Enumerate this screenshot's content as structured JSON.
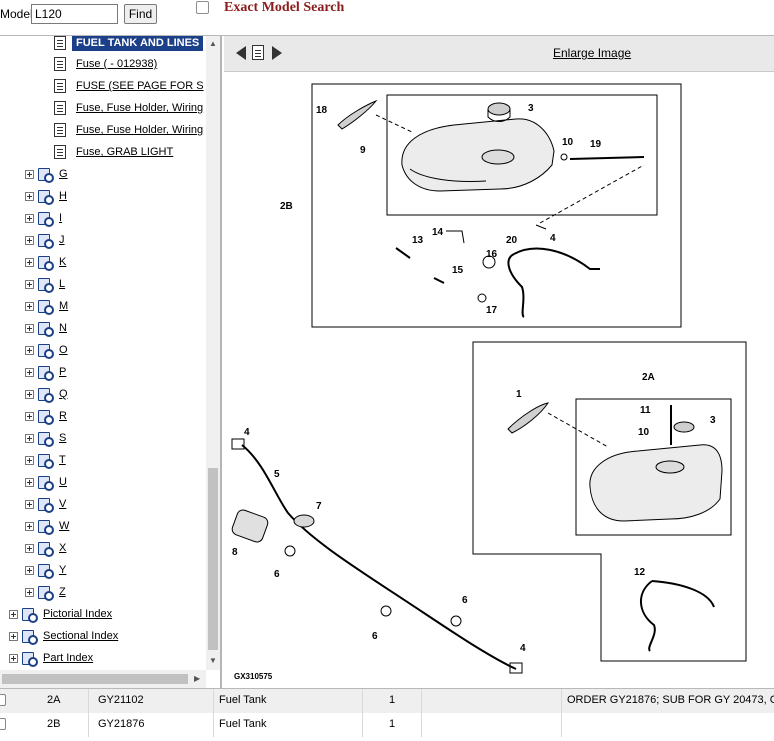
{
  "header": {
    "model_label": "Model",
    "model_value": "L120",
    "find_label": "Find",
    "exact_label": "Exact Model Search"
  },
  "tree": {
    "leaves": [
      {
        "label": "FUEL TANK AND LINES",
        "selected": true
      },
      {
        "label": "Fuse ( - 012938)"
      },
      {
        "label": "FUSE (SEE PAGE FOR S"
      },
      {
        "label": "Fuse, Fuse Holder, Wiring"
      },
      {
        "label": "Fuse, Fuse Holder, Wiring"
      },
      {
        "label": "Fuse, GRAB LIGHT"
      }
    ],
    "letters": [
      "G",
      "H",
      "I",
      "J",
      "K",
      "L",
      "M",
      "N",
      "O",
      "P",
      "Q",
      "R",
      "S",
      "T",
      "U",
      "V",
      "W",
      "X",
      "Y",
      "Z"
    ],
    "indexes": [
      "Pictorial Index",
      "Sectional Index",
      "Part Index"
    ]
  },
  "viewer": {
    "enlarge_label": "Enlarge Image",
    "diagram_id": "GX310575",
    "callouts": [
      "18",
      "3",
      "9",
      "10",
      "19",
      "2B",
      "14",
      "13",
      "4",
      "20",
      "16",
      "15",
      "17",
      "2A",
      "1",
      "11",
      "3",
      "10",
      "4",
      "5",
      "7",
      "8",
      "6",
      "6",
      "12",
      "6",
      "4"
    ]
  },
  "parts": [
    {
      "ref": "2A",
      "part": "GY21102",
      "desc": "Fuel Tank",
      "qty": "1",
      "remarks": "ORDER GY21876; SUB FOR GY 20473, G"
    },
    {
      "ref": "2B",
      "part": "GY21876",
      "desc": "Fuel Tank",
      "qty": "1",
      "remarks": ""
    }
  ]
}
